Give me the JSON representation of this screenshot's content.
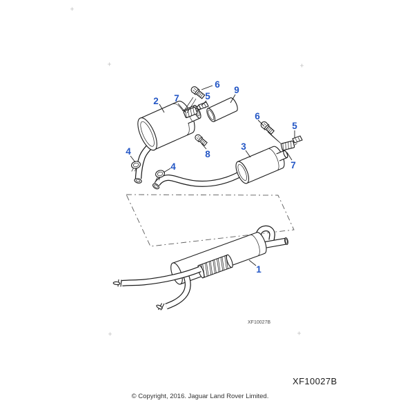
{
  "diagram": {
    "callouts": {
      "part1": "1",
      "part2": "2",
      "part3": "3",
      "part4_left": "4",
      "part4_right": "4",
      "part5_top": "5",
      "part5_right": "5",
      "part6_top": "6",
      "part6_right": "6",
      "part7_top": "7",
      "part7_right": "7",
      "part8": "8",
      "part9": "9"
    },
    "watermark_code": "XF10027B",
    "footer_code": "XF10027B",
    "copyright": "© Copyright, 2016. Jaguar Land Rover Limited.",
    "colors": {
      "callout_blue": "#2356c5",
      "line": "#1c1c1c"
    }
  }
}
